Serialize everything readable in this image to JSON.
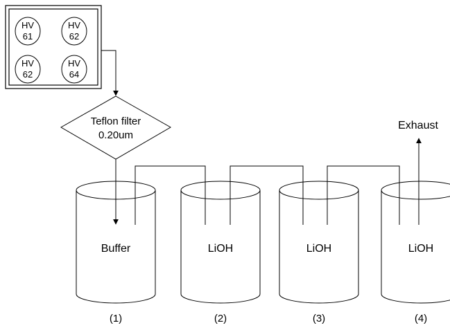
{
  "sources": [
    {
      "line1": "HV",
      "line2": "61"
    },
    {
      "line1": "HV",
      "line2": "62"
    },
    {
      "line1": "HV",
      "line2": "62"
    },
    {
      "line1": "HV",
      "line2": "64"
    }
  ],
  "filter": {
    "line1": "Teflon filter",
    "line2": "0.20um"
  },
  "vessels": [
    {
      "content": "Buffer",
      "number": "(1)"
    },
    {
      "content": "LiOH",
      "number": "(2)"
    },
    {
      "content": "LiOH",
      "number": "(3)"
    },
    {
      "content": "LiOH",
      "number": "(4)"
    }
  ],
  "exhaust_label": "Exhaust"
}
